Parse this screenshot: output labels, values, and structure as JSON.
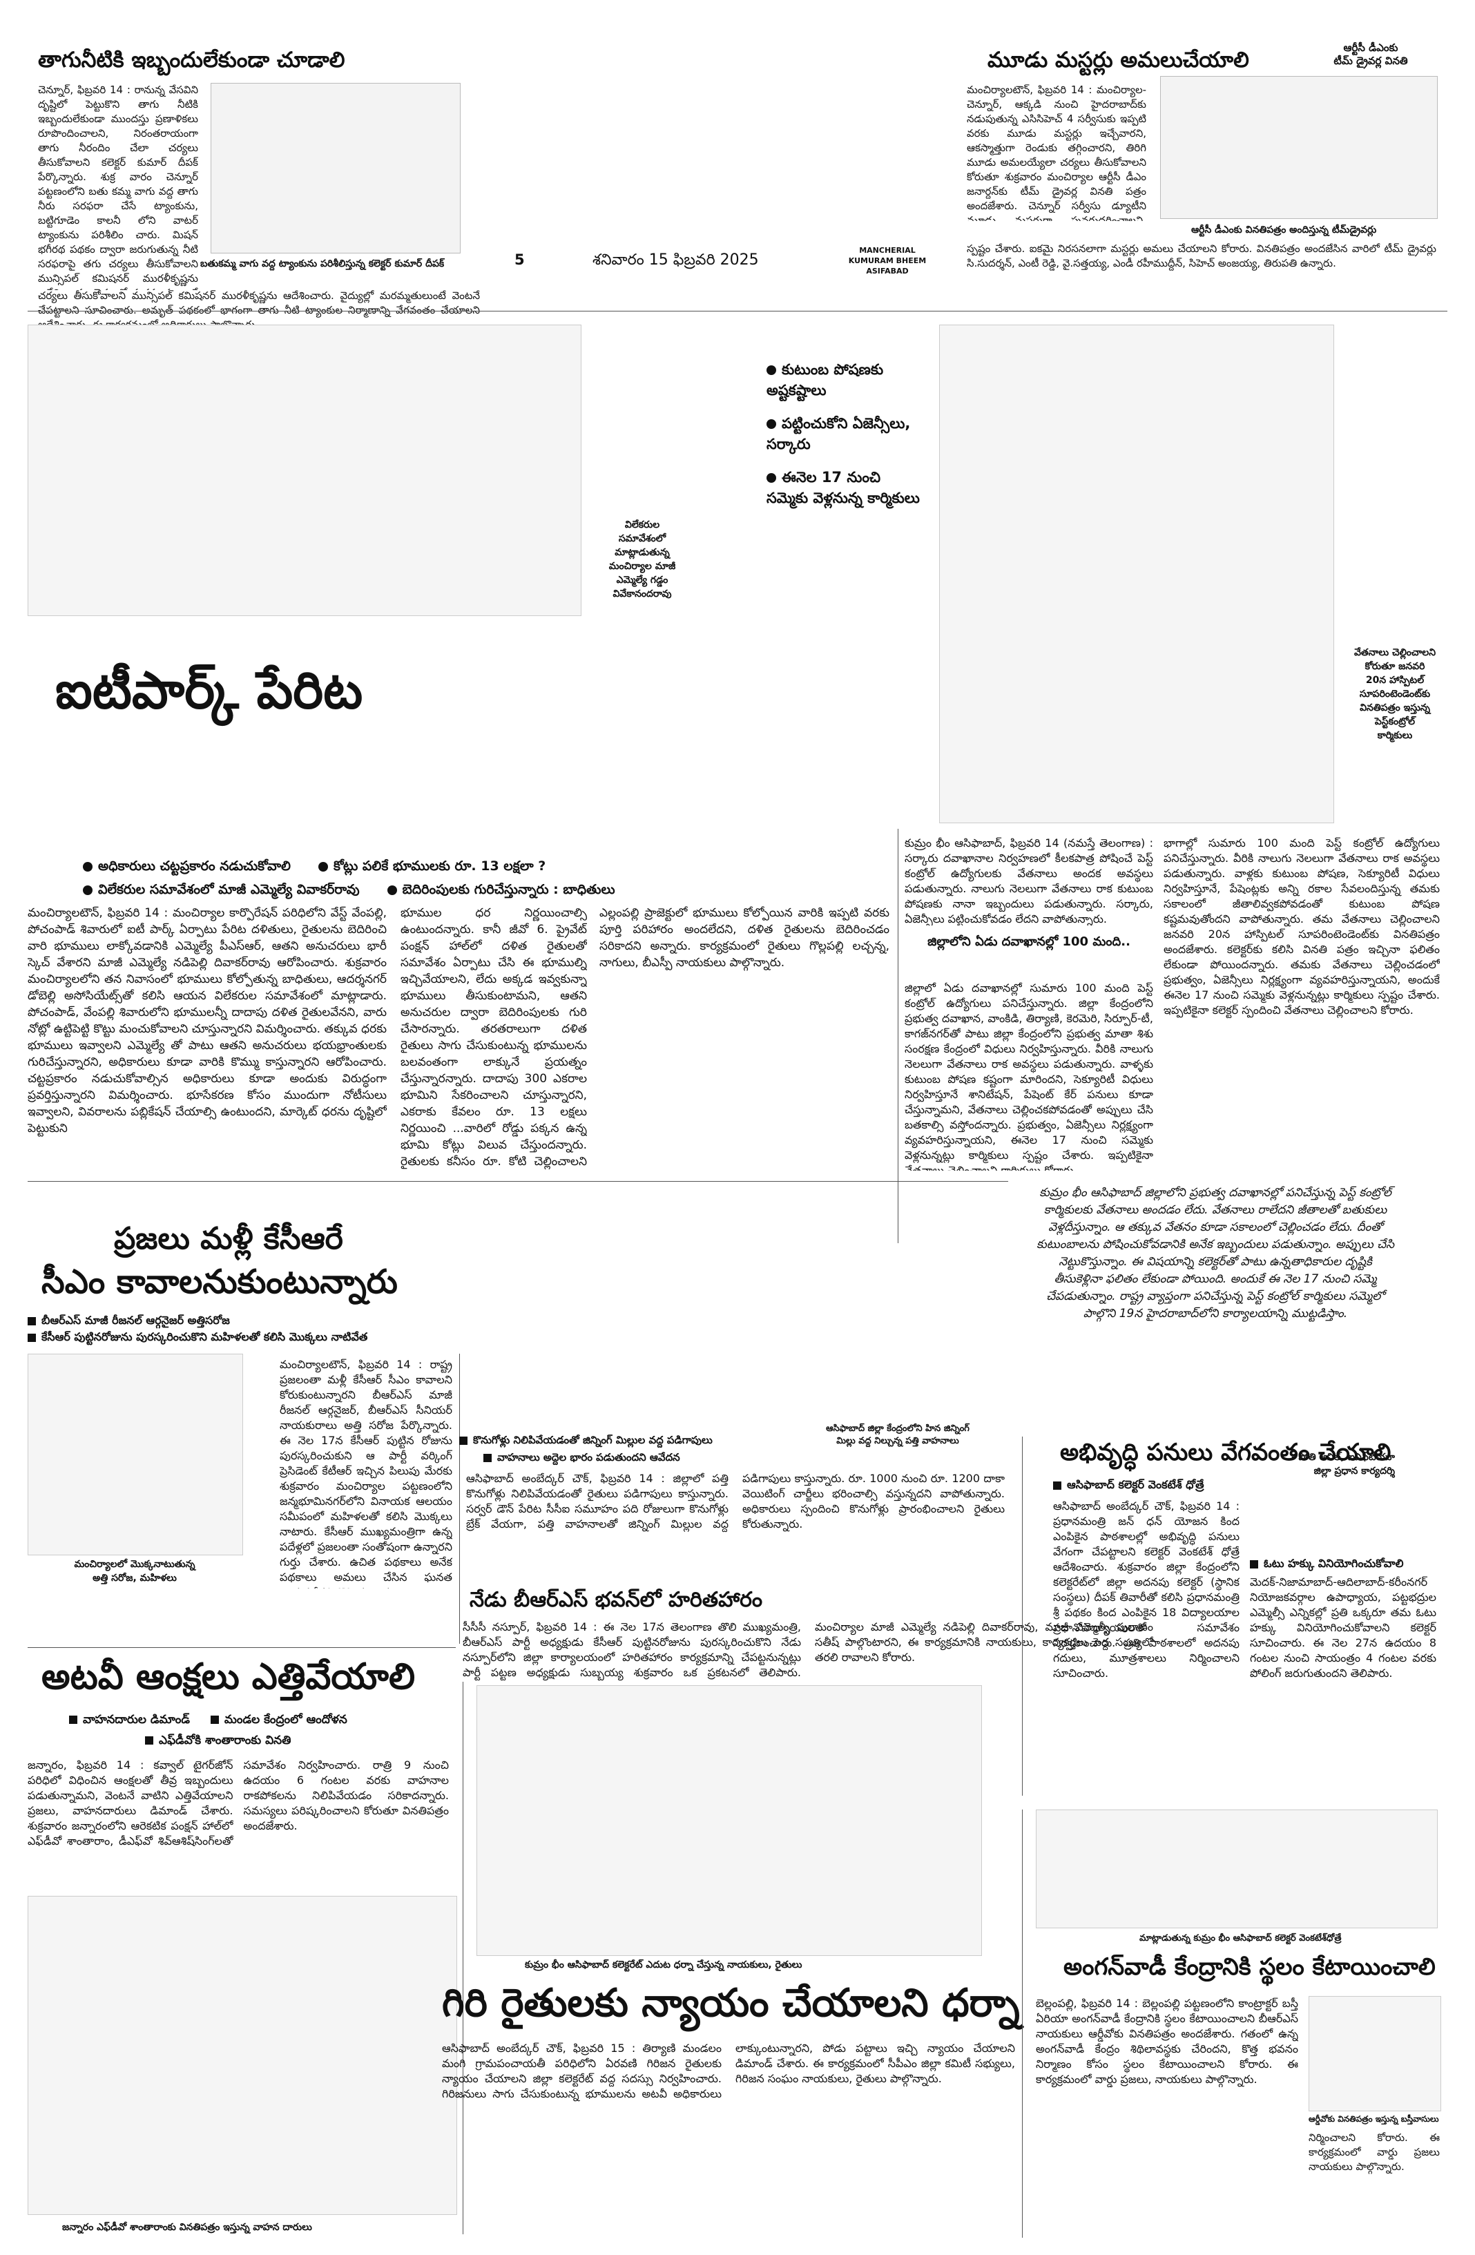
{
  "header": {
    "page_no": "5",
    "date": "శనివారం 15 ఫిబ్రవరి 2025",
    "edition": "MANCHERIAL\nKUMURAM BHEEM\nASIFABAD"
  },
  "story1": {
    "headline": "తాగునీటికి ఇబ్బందులేకుండా చూడాలి",
    "body": "చెన్నూర్‌, ఫిబ్రవరి 14 : రానున్న వేసవిని దృష్టిలో పెట్టుకొని తాగు నీటికి ఇబ్బందులేకుండా ముందస్తు ప్రణాళికలు రూపొందించాలని, నిరంతరాయంగా తాగు నీరందిం చేలా చర్యలు తీసుకోవాలని కలెక్టర్‌ కుమార్‌ దీపక్‌ పేర్కొన్నారు. శుక్ర వారం చెన్నూర్‌ పట్టణంలోని బతు కమ్మ వాగు వద్ద తాగు నీరు సరఫరా చేసే ట్యాంకును, బట్టిగూడెం కాలనీ లోని వాటర్‌ ట్యాంకును పరిశీలిం చారు. మిషన్‌ భగీరథ పథకం ద్వారా జరుగుతున్న నీటి సరఫరాపై తగు చర్యలు తీసుకోవాలని మున్సిపల్‌ కమిషనర్‌ మురళీకృష్ణను ఆదేశించారు. వైద్యుల్లో మరమ్మతులుంటే వెంటనే చేపట్టాలని సూచించారు. అమృత్‌ పథకంలో భాగంగా తాగు నీటి ట్యాంకుల నిర్మాణాన్ని వేగవంతం చేయా లని ఆదేశించారు. ఈ కార్యక్రమంలో అధికారులు పాల్గొన్నారు.",
    "caption": "బతుకమ్మ వాగు వద్ద ట్యాంకును పరిశీలిస్తున్న కలెక్టర్‌ కుమార్‌ దీపక్‌"
  },
  "story2": {
    "headline": "మూడు మస్టర్లు అమలుచేయాలి",
    "inset_caption": "ఆర్టీసీ డీఎంకు\nటీమ్‌ డ్రైవర్ల వినతి",
    "body": "మంచిర్యాలటౌన్‌, ఫిబ్రవరి 14 : మంచిర్యాల-చెన్నూర్‌, ఆక్కడి నుంచి హైదరాబాద్‌కు నడుపుతున్న ఎసిసిహెచ్‌ 4 సర్వీసుకు ఇప్పటి వరకు మూడు మస్టర్లు ఇచ్చేవారని, ఆకస్మాత్తుగా రెండుకు తగ్గించారని, తిరిగి మూడు అమలయ్యేలా చర్యలు తీసుకోవాలని కోరుతూ శుక్రవారం మంచిర్యాల ఆర్టీసీ డీఎం జనార్దన్‌కు టీమ్‌ డ్రైవర్ల వినతి పత్రం అందజేశారు. చెన్నూర్‌ సర్వీసు డ్యూటీని మూడు మస్టర్లుగా పునరుద్ధరించాలని, జేబీఎస్‌ టీమ్‌ డ్యూటీలు చేసేందుకు అనుకూలంగా లేదని స్పష్టం చేశారు. ఐకమై నిరసనలాగా మస్టర్లు అమలు చేయాలని కోరారు. వినతిపత్రం అందజేసిన వారిలో టీమ్‌ డ్రైవర్లు సి.సుదర్శన్‌, ఎంటీ రెడ్డి, వై.సత్తయ్య, ఎండీ రహీముద్దీన్‌, సిహెచ్‌ అంజయ్య, తిరుపతి ఉన్నారు.",
    "caption": "ఆర్టీసీ డీఎంకు వినతిపత్రం అందిస్తున్న టీమ్‌డ్రైవర్లు"
  },
  "lead": {
    "photo_caption": "విలేకరుల\nసమావేశంలో\nమాట్లాడుతున్న\nమంచిర్యాల మాజీ\nఎమ్మెల్యే గడ్డం\nవివేకానందరావు",
    "side_bullets": [
      "కుటుంబ పోషణకు అష్టకష్టాలు",
      "పట్టించుకోని ఏజెన్సీలు, సర్కారు",
      "ఈనెల 17 నుంచి సమ్మెకు వెళ్లనున్న కార్మికులు"
    ],
    "headline": "ఐటీపార్క్‌ పేరిట",
    "right_caption": "వేతనాలు చెల్లించాలని\nకోరుతూ జనవరి\n20న హాస్పిటల్‌\nసూపరింటెండెంట్‌కు\nవినతిపత్రం ఇస్తున్న\nపెస్ట్‌కంట్రోల్‌\nకార్మికులు",
    "decks": [
      "అధికారులు చట్టప్రకారం నడుచుకోవాలి",
      "కోట్లు పలికే భూములకు రూ. 13 లక్షలా ?",
      "విలేకరుల సమావేశంలో మాజీ ఎమ్మెల్యే వివాకర్‌రావు",
      "బెదిరింపులకు గురిచేస్తున్నారు : బాధితులు"
    ],
    "body_left": "మంచిర్యాలటౌన్‌, ఫిబ్రవరి 14 : మంచిర్యాల కార్పొరేషన్‌ పరిధిలోని వేస్ట్‌ వేంపల్లి, పోచంపాడ్‌ శివారులో ఐటీ పార్క్‌ ఏర్పాటు పేరిట దళితులు, రైతులను బెదిరించి వారి భూములు లాక్కోవడానికి ఎమ్మెల్యే పీఎస్‌ఆర్‌, ఆతని అనుచరులు భారీ స్కెచ్‌ వేశారని మాజీ ఎమ్మెల్యే నడిపెల్లి దివాకర్‌రావు ఆరోపించారు. శుక్రవారం మంచిర్యాలలోని తన నివాసంలో భూములు కోల్పోతున్న బాధితులు, ఆదర్శనగర్‌ డోబెల్లి అసోసియేట్స్‌తో కలిసి ఆయన విలేకరుల సమావేశంలో మాట్లాడారు. పోచంపాడ్‌, వేంపల్లి శివారులోని భూములన్నీ దాదాపు దళిత రైతులవేనని, వారు నోట్లో ఉట్టిపెట్టి కొట్టు మంచుకోవాలని చూస్తున్నారని విమర్శించారు. తక్కువ ధరకు భూములు ఇవ్వాలని ఎమ్మెల్యే తో పాటు ఆతని అనుచరులు భయభ్రాంతులకు గురిచేస్తున్నారని, అధికారులు కూడా వారికి కొమ్ము కాస్తున్నారని ఆరోపించారు. చట్టప్రకారం నడుచుకోవాల్సిన అధికారులు కూడా అందుకు విరుద్ధంగా ప్రవర్తిస్తున్నారని విమర్శించారు. భూసేకరణ కోసం ముందుగా నోటీసులు ఇవ్వాలని, వివరాలను పబ్లికేషన్‌ చేయాల్సి ఉంటుందని, మార్కెట్‌ ధరను దృష్టిలో పెట్టుకుని",
    "body_mid": "భూముల ధర నిర్ణయించాల్సి ఉంటుందన్నారు. కానీ జీవో 6. ప్రైవేట్‌ పంక్షన్‌ హాల్‌లో దళిత రైతులతో సమావేశం ఏర్పాటు చేసి ఈ భూముల్ని ఇచ్చివేయాలని, లేదు అక్కడ ఇవ్వకున్నా భూములు తీసుకుంటామని, ఆతని అనుచరుల ద్వారా బెదిరింపులకు గురి చేసారన్నారు. తరతరాలుగా దళిత రైతులు సాగు చేసుకుంటున్న భూములను బలవంతంగా లాక్కునే ప్రయత్నం చేస్తున్నారన్నారు. దాదాపు 300 ఎకరాల భూమిని సేకరించాలని చూస్తున్నారని, ఎకరాకు కేవలం రూ. 13 లక్షలు నిర్ణయించి ...వారిలో రోడ్డు పక్కన ఉన్న భూమి కోట్లు విలువ చేస్తుందన్నారు. రైతులకు కనీసం రూ. కోటి చెల్లించాలని డిమాండ్‌ చేశారు. ఈ విషయంపై కోర్టును ఆశ్రయిస్తామని హెచ్చరించారు. ఈ సమావేశంలో బాధిత రైతులు పాల్గొన్నారు.",
    "body_mid2": "ఎల్లంపల్లి ప్రాజెక్టులో భూములు కోల్పోయిన వారికి ఇప్పటి వరకు పూర్తి పరిహారం అందలేదని, దళిత రైతులను బెదిరించడం సరికాదని అన్నారు. కార్యక్రమంలో రైతులు గొల్లపల్లి లచ్చన్న, నాగులు, బీఎస్పీ నాయకులు పాల్గొన్నారు.",
    "story_right_body": "కుమ్రం భీం ఆసిఫాబాద్‌, ఫిబ్రవరి 14 (నమస్తే తెలంగాణ) : సర్కారు దవాఖానాల నిర్వహణలో కీలకపాత్ర పోషించే పెస్ట్‌ కంట్రోల్‌ ఉద్యోగులకు వేతనాలు అందక అవస్థలు పడుతున్నారు. నాలుగు నెలలుగా వేతనాలు రాక కుటుంబ పోషణకు నానా ఇబ్బందులు పడుతున్నారు. సర్కారు, ఏజెన్సీలు పట్టించుకోవడం లేదని వాపోతున్నారు.",
    "sub1": "జిల్లాలోని ఏడు దవాఖానల్లో 100 మంది..",
    "story_right_body2": "జిల్లాలో ఏడు దవాఖానల్లో సుమారు 100 మంది పెస్ట్‌ కంట్రోల్‌ ఉద్యోగులు పనిచేస్తున్నారు. జిల్లా కేంద్రంలోని ప్రభుత్వ దవాఖాన, వాంకిడి, తిర్యాణి, కెరమెరి, సిర్పూర్‌-టీ, కాగజ్‌నగర్‌తో పాటు జిల్లా కేంద్రంలోని ప్రభుత్వ మాతా శిశు సంరక్షణ కేంద్రంలో విధులు నిర్వహిస్తున్నారు. వీరికి నాలుగు నెలలుగా వేతనాలు రాక అవస్థలు పడుతున్నారు. వాళ్ళకు కుటుంబ పోషణ కష్టంగా మారిందని, సెక్యూరిటీ విధులు నిర్వహిస్తూనే శానిటేషన్‌, పేషెంట్‌ కేర్‌ పనులు కూడా చేస్తున్నామని, వేతనాలు చెల్లించకపోవడంతో అప్పులు చేసి బతకాల్సి వస్తోందన్నారు. ప్రభుత్వం, ఏజెన్సీలు నిర్లక్ష్యంగా వ్యవహరిస్తున్నాయని, ఈనెల 17 నుంచి సమ్మెకు వెళ్లనున్నట్లు కార్మికులు స్పష్టం చేశారు. ఇప్పటికైనా వేతనాలు చెల్లించాలని కార్మికులు కోరారు.",
    "quote": "కుమ్రం భీం ఆసిఫాబాద్‌ జిల్లాలోని ప్రభుత్వ దవాఖానల్లో పనిచేస్తున్న పెస్ట్‌ కంట్రోల్‌ కార్మికులకు వేతనాలు అందడం లేదు. వేతనాలు రాలేదని జీతాలతో బతుకులు వెళ్లదీస్తున్నాం. ఆ తక్కువ వేతనం కూడా సకాలంలో చెల్లించడం లేదు. దీంతో కుటుంబాలను పోషించుకోవడానికి అనేక ఇబ్బందులు పడుతున్నాం. అప్పులు చేసి నెట్టుకొస్తున్నాం. ఈ విషయాన్ని కలెక్టర్‌తో పాటు ఉన్నతాధికారుల దృష్టికి తీసుకెళ్లినా ఫలితం లేకుండా పోయింది. అందుకే ఈ నెల 17 నుంచి సమ్మె చేపడుతున్నాం. రాష్ట్ర వ్యాప్తంగా పనిచేస్తున్న పెస్ట్‌ కంట్రోల్‌ కార్మికులు సమ్మెలో పాల్గొని 19న హైదరాబాద్‌లోని కార్యాలయాన్ని ముట్టడిస్తాం.",
    "quote_attrib": "- పోతి అనిల్‌, ఐఎఫ్‌టీయూ\nజిల్లా ప్రధాన కార్యదర్శి"
  },
  "story3": {
    "headline_line1": "ప్రజలు మళ్లీ కేసీఆరే",
    "headline_line2": "సీఎం కావాలనుకుంటున్నారు",
    "decks": [
      "బీఆర్‌ఎస్‌ మాజీ రీజనల్‌ ఆర్గనైజర్‌ అత్తిసరోజ",
      "కేసీఆర్‌ పుట్టినరోజును పురస్కరించుకొని మహిళలతో కలిసి మొక్కలు నాటివేత"
    ],
    "body": "మంచిర్యాలటౌన్‌, ఫిబ్రవరి 14 : రాష్ట్ర ప్రజలంతా మళ్లీ కేసీఆర్‌ సీఎం కావాలని కోరుకుంటున్నారని బీఆర్‌ఎస్‌ మాజీ రీజనల్‌ ఆర్గనైజర్‌, బీఆర్‌ఎస్‌ సీనియర్‌ నాయకురాలు అత్తి సరోజ పేర్కొన్నారు. ఈ నెల 17న కేసీఆర్‌ పుట్టిన రోజును పురస్కరించుకుని ఆ పార్టీ వర్కింగ్‌ ప్రెసిడెంట్‌ కేటీఆర్‌ ఇచ్చిన పిలుపు మేరకు శుక్రవారం మంచిర్యాల పట్టణంలోని జన్మభూమినగర్‌లోని వినాయక ఆలయం సమీపంలో మహిళలతో కలిసి మొక్కలు నాటారు. కేసీఆర్‌ ముఖ్యమంత్రిగా ఉన్న పదేళ్లలో ప్రజలంతా సంతోషంగా ఉన్నారని గుర్తు చేశారు. ఉచిత పథకాలు అనేక పథకాలు అమలు చేసిన ఘనత ఆయనదేనని కొనియాడారు.",
    "caption": "మంచిర్యాలలో మొక్కనాటుతున్న\nఅత్తి సరోజ, మహిళలు"
  },
  "story4": {
    "decks": [
      "కొనుగోళ్లు నిలిపివేయడంతో జిన్నింగ్‌ మిల్లుల వద్ద పడిగాపులు",
      "వాహనాలు అద్దెల భారం పడుతుందని ఆవేదన"
    ],
    "caption": "ఆసిఫాబాద్‌ జిల్లా కేంద్రంలోని హిన జిన్నింగ్‌\nమిల్లు వద్ద నిల్చున్న పత్తి వాహనాలు",
    "body": "ఆసిఫాబాద్‌ అంబేద్కర్‌ చౌక్‌, ఫిబ్రవరి 14 : జిల్లాలో పత్తి కొనుగోళ్లు నిలిపివేయడంతో రైతులు పడిగాపులు కాస్తున్నారు. సర్వర్‌ డౌన్‌ పేరిట సీసీఐ సమూహం పది రోజులుగా కొనుగోళ్లు బ్రేక్‌ వేయగా, పత్తి వాహనాలతో జిన్నింగ్‌ మిల్లుల వద్ద పడిగాపులు కాస్తున్నారు. రూ. 1000 నుంచి రూ. 1200 దాకా వెయిటింగ్‌ చార్జీలు భరించాల్సి వస్తున్నదని వాపోతున్నారు. అధికారులు స్పందించి కొనుగోళ్లు ప్రారంభించాలని రైతులు కోరుతున్నారు."
  },
  "story5": {
    "headline": "నేడు బీఆర్‌ఎస్‌ భవన్‌లో హరితహారం",
    "body": "సీసీసీ నస్పూర్‌, ఫిబ్రవరి 14 : ఈ నెల 17న తెలంగాణ తొలి ముఖ్యమంత్రి, బీఆర్‌ఎస్‌ పార్టీ అధ్యక్షుడు కేసీఆర్‌ పుట్టినరోజును పురస్కరించుకొని నేడు నస్పూర్‌లోని జిల్లా కార్యాలయంలో హరితహారం కార్యక్రమాన్ని చేపట్టనున్నట్లు పార్టీ పట్టణ అధ్యక్షుడు సుబ్బయ్య శుక్రవారం ఒక ప్రకటనలో తెలిపారు. మంచిర్యాల మాజీ ఎమ్మెల్యే నడిపెల్లి దివాకర్‌రావు, మాజీ ఎమ్మెల్సీ పురాణం సతీష్‌ పాల్గొంటారని, ఈ కార్యక్రమానికి నాయకులు, కార్యకర్తలు పెద్ద సంఖ్యలో తరలి రావాలని కోరారు."
  },
  "story6": {
    "headline": "అభివృద్ధి పనులు వేగవంతం చేయాలి",
    "deck": "ఆసిఫాబాద్‌ కలెక్టర్‌ వెంకటేశ్‌ ధోత్రే",
    "body": "ఆసిఫాబాద్‌ అంబేద్కర్‌ చౌక్‌, ఫిబ్రవరి 14 : ప్రధానమంత్రి జన్‌ ధన్‌ యోజన కింద ఎంపికైన పాఠశాలల్లో అభివృద్ధి పనులు వేగంగా చేపట్టాలని కలెక్టర్‌ వెంకటేశ్‌ ధోత్రే ఆదేశించారు. శుక్రవారం జిల్లా కేంద్రంలోని కలెక్టరేట్‌లో జిల్లా అదనపు కలెక్టర్‌ (స్థానిక సంస్థలు) దీపక్‌ తివారీతో కలిసి ప్రధానమంత్రి శ్రీ పథకం కింద ఎంపికైన 18 విద్యాలయాల ప్రధానోపాధ్యాయులతో సమావేశం నిర్వహించారు. ప్రతి పాఠశాలలో అదనపు గదులు, మూత్రశాలలు నిర్మించాలని సూచించారు.",
    "sub": "ఓటు హక్కు వినియోగించుకోవాలి",
    "body2": "మెదక్‌-నిజామాబాద్‌-ఆదిలాబాద్‌-కరీంనగర్‌ నియోజకవర్గాల ఉపాధ్యాయ, పట్టభద్రుల ఎమ్మెల్సీ ఎన్నికల్లో ప్రతి ఒక్కరూ తమ ఓటు హక్కు వినియోగించుకోవాలని కలెక్టర్‌ సూచించారు. ఈ నెల 27న ఉదయం 8 గంటల నుంచి సాయంత్రం 4 గంటల వరకు పోలింగ్‌ జరుగుతుందని తెలిపారు."
  },
  "story7": {
    "headline": "అటవీ ఆంక్షలు ఎత్తివేయాలి",
    "decks": [
      "వాహనదారుల డిమాండ్‌",
      "మండల కేంద్రంలో ఆందోళన",
      "ఎఫ్‌డీవోకి శాంతారాంకు వినతి"
    ],
    "body": "జన్నారం, ఫిబ్రవరి 14 : కవ్వాల్‌ టైగర్‌జోన్‌ పరిధిలో విధించిన ఆంక్షలతో తీవ్ర ఇబ్బందులు పడుతున్నామని, వెంటనే వాటిని ఎత్తివేయాలని ప్రజలు, వాహనదారులు డిమాండ్‌ చేశారు. శుక్రవారం జన్నారంలోని ఆరెకటిక పంక్షన్‌ హాల్‌లో ఎఫ్‌డీవో శాంతారాం, డీఎఫ్‌వో శివ్‌ఆశిష్‌సింగ్‌లతో సమావేశం నిర్వహించారు. రాత్రి 9 నుంచి ఉదయం 6 గంటల వరకు వాహనాల రాకపోకలను నిలిపివేయడం సరికాదన్నారు. సమస్యలు పరిష్కరించాలని కోరుతూ వినతిపత్రం అందజేశారు.",
    "caption": "జన్నారం ఎఫ్‌డీవో శాంతారాంకు వినతిపత్రం ఇస్తున్న వాహన దారులు"
  },
  "story8": {
    "caption": "కుమ్రం భీం ఆసిఫాబాద్‌ కలెక్టరేట్‌ ఎదుట ధర్నా చేస్తున్న నాయకులు, రైతులు",
    "headline": "గిరి రైతులకు న్యాయం చేయాలని ధర్నా",
    "body": "ఆసిఫాబాద్‌ అంబేద్కర్‌ చౌక్‌, ఫిబ్రవరి 15 : తిర్యాణి మండలం మంగి గ్రామపంచాయతీ పరిధిలోని ఏరవణి గిరిజన రైతులకు న్యాయం చేయాలని జిల్లా కలెక్టరేట్‌ వద్ద సదస్సు నిర్వహించారు. గిరిజనులు సాగు చేసుకుంటున్న భూములను అటవీ అధికారులు లాక్కుంటున్నారని, పోడు పట్టాలు ఇచ్చి న్యాయం చేయాలని డిమాండ్‌ చేశారు. ఈ కార్యక్రమంలో సీపీఎం జిల్లా కమిటీ సభ్యులు, గిరిజన సంఘం నాయకులు, రైతులు పాల్గొన్నారు."
  },
  "story9": {
    "caption": "మాట్లాడుతున్న కుమ్రం భీం ఆసిఫాబాద్‌ కలెక్టర్‌ వెంకటేశ్‌ధోత్రే",
    "headline": "అంగన్‌వాడీ కేంద్రానికి స్థలం కేటాయించాలి",
    "body": "బెల్లంపల్లి, ఫిబ్రవరి 14 : బెల్లంపల్లి పట్టణంలోని కాంట్రాక్టర్‌ బస్తీ ఏరియా అంగన్‌వాడీ కేంద్రానికి స్థలం కేటాయించాలని బీఆర్‌ఎస్‌ నాయకులు ఆర్డీవోకు వినతిపత్రం అందజేశారు. గతంలో ఉన్న అంగన్‌వాడీ కేంద్రం శిథిలావస్థకు చేరిందని, కొత్త భవనం నిర్మాణం కోసం స్థలం కేటాయించాలని కోరారు. ఈ కార్యక్రమంలో వార్డు ప్రజలు, నాయకులు పాల్గొన్నారు.",
    "caption2": "ఆర్డీవోకు వినతిపత్రం ఇస్తున్న బస్తీవాసులు"
  }
}
